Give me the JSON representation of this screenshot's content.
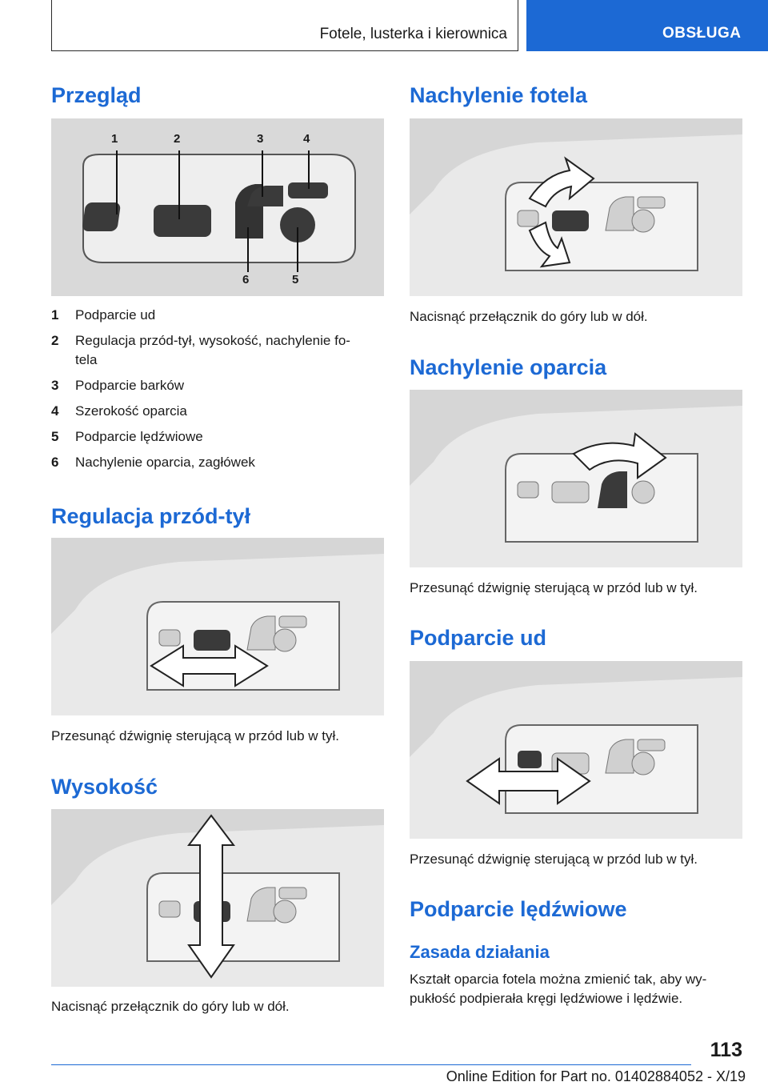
{
  "header": {
    "section": "Fotele, lusterka i kierownica",
    "tab": "OBSŁUGA"
  },
  "left": {
    "overview_title": "Przegląd",
    "callouts": [
      "1",
      "2",
      "3",
      "4",
      "6",
      "5"
    ],
    "items": [
      {
        "num": "1",
        "text": "Podparcie ud"
      },
      {
        "num": "2",
        "text": "Regulacja przód-tył, wysokość, nachylenie fo-\ntela"
      },
      {
        "num": "3",
        "text": "Podparcie barków"
      },
      {
        "num": "4",
        "text": "Szerokość oparcia"
      },
      {
        "num": "5",
        "text": "Podparcie lędźwiowe"
      },
      {
        "num": "6",
        "text": "Nachylenie oparcia, zagłówek"
      }
    ],
    "fore_aft_title": "Regulacja przód-tył",
    "fore_aft_caption": "Przesunąć dźwignię sterującą w przód lub w tył.",
    "height_title": "Wysokość",
    "height_caption": "Nacisnąć przełącznik do góry lub w dół."
  },
  "right": {
    "tilt_title": "Nachylenie fotela",
    "tilt_caption": "Nacisnąć przełącznik do góry lub w dół.",
    "backrest_title": "Nachylenie oparcia",
    "backrest_caption": "Przesunąć dźwignię sterującą w przód lub w tył.",
    "thigh_title": "Podparcie ud",
    "thigh_caption": "Przesunąć dźwignię sterującą w przód lub w tył.",
    "lumbar_title": "Podparcie lędźwiowe",
    "principle_title": "Zasada działania",
    "principle_text": "Kształt oparcia fotela można zmienić tak, aby wy-\npukłość podpierała kręgi lędźwiowe i lędźwie."
  },
  "footer": {
    "page_number": "113",
    "edition": "Online Edition for Part no. 01402884052 - X/19"
  }
}
